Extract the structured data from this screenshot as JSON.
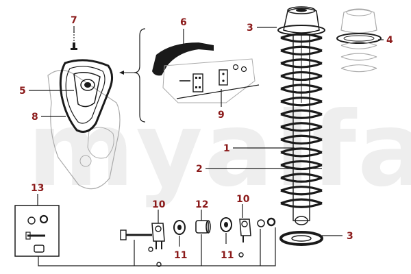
{
  "watermark": "myalfa",
  "callouts": {
    "c1": "1",
    "c2": "2",
    "c3_top": "3",
    "c3_bottom": "3",
    "c4": "4",
    "c5": "5",
    "c6": "6",
    "c7": "7",
    "c8": "8",
    "c9": "9",
    "c10_left": "10",
    "c10_right": "10",
    "c11_left": "11",
    "c11_right": "11",
    "c12": "12",
    "c13": "13"
  },
  "colors": {
    "callout": "#8b1a1a",
    "ink": "#1a1a1a",
    "watermark": "#eeeeee"
  }
}
